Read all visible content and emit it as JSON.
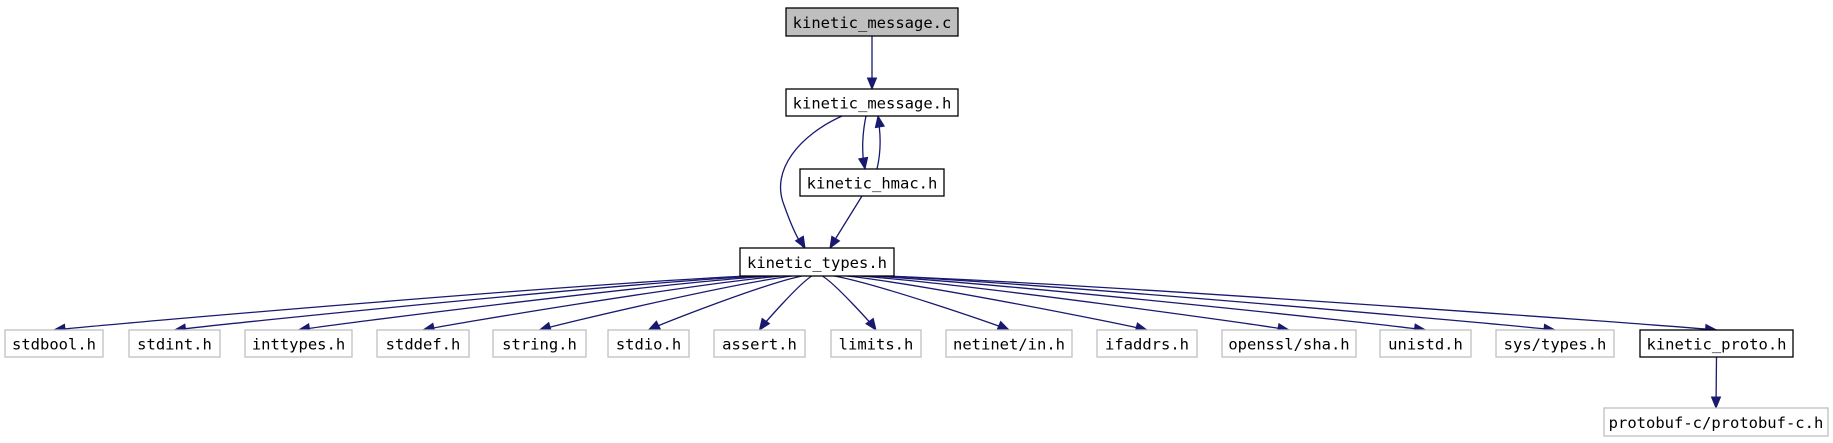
{
  "graph": {
    "nodes": [
      {
        "id": "kinetic_message_c",
        "label": "kinetic_message.c",
        "kind": "root"
      },
      {
        "id": "kinetic_message_h",
        "label": "kinetic_message.h",
        "kind": "project"
      },
      {
        "id": "kinetic_hmac_h",
        "label": "kinetic_hmac.h",
        "kind": "project"
      },
      {
        "id": "kinetic_types_h",
        "label": "kinetic_types.h",
        "kind": "project"
      },
      {
        "id": "stdbool_h",
        "label": "stdbool.h",
        "kind": "system"
      },
      {
        "id": "stdint_h",
        "label": "stdint.h",
        "kind": "system"
      },
      {
        "id": "inttypes_h",
        "label": "inttypes.h",
        "kind": "system"
      },
      {
        "id": "stddef_h",
        "label": "stddef.h",
        "kind": "system"
      },
      {
        "id": "string_h",
        "label": "string.h",
        "kind": "system"
      },
      {
        "id": "stdio_h",
        "label": "stdio.h",
        "kind": "system"
      },
      {
        "id": "assert_h",
        "label": "assert.h",
        "kind": "system"
      },
      {
        "id": "limits_h",
        "label": "limits.h",
        "kind": "system"
      },
      {
        "id": "netinet_in_h",
        "label": "netinet/in.h",
        "kind": "system"
      },
      {
        "id": "ifaddrs_h",
        "label": "ifaddrs.h",
        "kind": "system"
      },
      {
        "id": "openssl_sha_h",
        "label": "openssl/sha.h",
        "kind": "system"
      },
      {
        "id": "unistd_h",
        "label": "unistd.h",
        "kind": "system"
      },
      {
        "id": "sys_types_h",
        "label": "sys/types.h",
        "kind": "system"
      },
      {
        "id": "kinetic_proto_h",
        "label": "kinetic_proto.h",
        "kind": "project"
      },
      {
        "id": "protobuf_c_h",
        "label": "protobuf-c/protobuf-c.h",
        "kind": "system"
      }
    ],
    "edges": [
      {
        "from": "kinetic_message_c",
        "to": "kinetic_message_h"
      },
      {
        "from": "kinetic_message_h",
        "to": "kinetic_types_h"
      },
      {
        "from": "kinetic_message_h",
        "to": "kinetic_hmac_h"
      },
      {
        "from": "kinetic_hmac_h",
        "to": "kinetic_message_h"
      },
      {
        "from": "kinetic_hmac_h",
        "to": "kinetic_types_h"
      },
      {
        "from": "kinetic_types_h",
        "to": "stdbool_h"
      },
      {
        "from": "kinetic_types_h",
        "to": "stdint_h"
      },
      {
        "from": "kinetic_types_h",
        "to": "inttypes_h"
      },
      {
        "from": "kinetic_types_h",
        "to": "stddef_h"
      },
      {
        "from": "kinetic_types_h",
        "to": "string_h"
      },
      {
        "from": "kinetic_types_h",
        "to": "stdio_h"
      },
      {
        "from": "kinetic_types_h",
        "to": "assert_h"
      },
      {
        "from": "kinetic_types_h",
        "to": "limits_h"
      },
      {
        "from": "kinetic_types_h",
        "to": "netinet_in_h"
      },
      {
        "from": "kinetic_types_h",
        "to": "ifaddrs_h"
      },
      {
        "from": "kinetic_types_h",
        "to": "openssl_sha_h"
      },
      {
        "from": "kinetic_types_h",
        "to": "unistd_h"
      },
      {
        "from": "kinetic_types_h",
        "to": "sys_types_h"
      },
      {
        "from": "kinetic_types_h",
        "to": "kinetic_proto_h"
      },
      {
        "from": "kinetic_proto_h",
        "to": "protobuf_c_h"
      }
    ],
    "colors": {
      "edge": "#191970",
      "root_fill": "#bfbfbf",
      "project_border": "#000000",
      "system_border": "#bfbfbf"
    }
  }
}
